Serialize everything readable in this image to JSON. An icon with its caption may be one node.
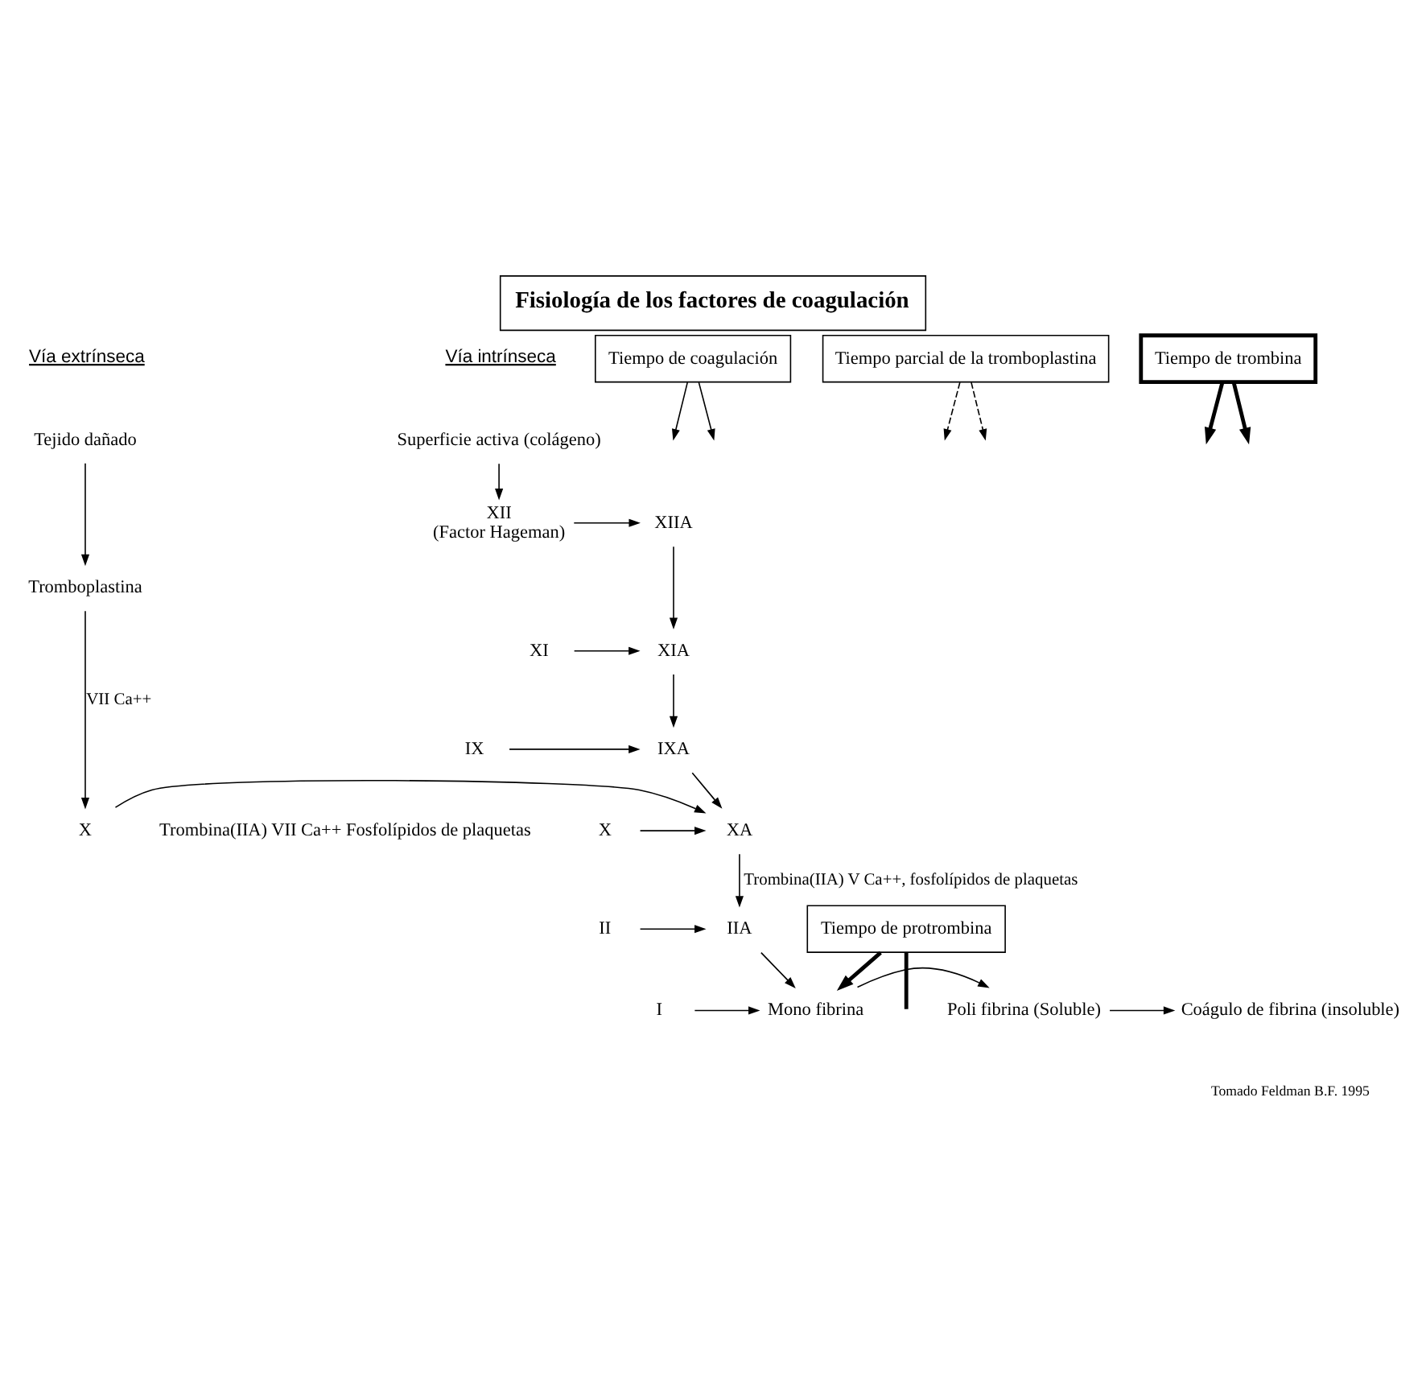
{
  "diagram": {
    "title": "Fisiología de los factores de coagulación",
    "caption": "Tomado Feldman B.F. 1995",
    "nodes": [
      {
        "text": [
          "Superficie activa (colágeno)"
        ]
      },
      {
        "text": [
          "XII",
          "(Factor Hageman)"
        ]
      },
      {
        "text": [
          "XIIA"
        ]
      },
      {
        "text": [
          "XI"
        ]
      },
      {
        "text": [
          "XIA"
        ]
      },
      {
        "text": [
          "IX"
        ]
      },
      {
        "text": [
          "IXA"
        ]
      },
      {
        "text": [
          "X"
        ]
      },
      {
        "text": [
          "XA"
        ]
      },
      {
        "text": [
          "Tejido dañado"
        ]
      },
      {
        "text": [
          "Tromboplastina"
        ]
      },
      {
        "text": [
          "X"
        ]
      },
      {
        "text": [
          "II"
        ]
      },
      {
        "text": [
          "IIA"
        ]
      },
      {
        "text": [
          "I"
        ]
      },
      {
        "text": [
          "Mono fibrina"
        ]
      },
      {
        "text": [
          "Poli fibrina (Soluble)"
        ]
      },
      {
        "text": [
          "Coágulo de fibrina (insoluble)"
        ]
      },
      {
        "text": [
          "Tiempo de protrombina"
        ]
      },
      {
        "text": [
          "Tiempo de coagulación"
        ]
      },
      {
        "text": [
          "Tiempo parcial de la tromboplastina"
        ]
      },
      {
        "text": [
          "Tiempo de trombina"
        ]
      }
    ],
    "edges": [
      {
        "from": 0,
        "to": 1,
        "arrow": "to"
      },
      {
        "from": 1,
        "to": 2,
        "arrow": "to"
      },
      {
        "from": 2,
        "to": 4,
        "arrow": "to"
      },
      {
        "from": 3,
        "to": 4,
        "arrow": "to"
      },
      {
        "from": 4,
        "to": 6,
        "arrow": "to"
      },
      {
        "from": 5,
        "to": 6,
        "arrow": "to"
      },
      {
        "from": 6,
        "to": 8,
        "arrow": "to"
      },
      {
        "from": 7,
        "to": 8,
        "arrow": "to"
      },
      {
        "from": 9,
        "to": 10,
        "arrow": "to"
      },
      {
        "from": 10,
        "to": 11,
        "label": "VII Ca++",
        "arrow": "to"
      },
      {
        "from": 11,
        "to": 8,
        "arrow": "to"
      },
      {
        "from": 8,
        "to": 13,
        "label": "Trombina(IIA) V Ca++, fosfolípidos de plaquetas",
        "arrow": "to"
      },
      {
        "from": 12,
        "to": 13,
        "arrow": "to"
      },
      {
        "from": 13,
        "to": 15,
        "arrow": "to"
      },
      {
        "from": 14,
        "to": 15,
        "arrow": "to"
      },
      {
        "from": 15,
        "to": 16,
        "arrow": "to"
      },
      {
        "from": 16,
        "to": 17,
        "arrow": "to"
      },
      {
        "from": 18,
        "to": null,
        "arrow": "none",
        "style": "thick"
      },
      {
        "from": 18,
        "to": 15,
        "arrow": "to",
        "style": "thick"
      },
      {
        "from": 19,
        "to": null,
        "arrow": "to"
      },
      {
        "from": 19,
        "to": null,
        "arrow": "to"
      },
      {
        "from": 20,
        "to": null,
        "arrow": "to",
        "style": "dashed"
      },
      {
        "from": 20,
        "to": null,
        "arrow": "to",
        "style": "dashed"
      },
      {
        "from": 21,
        "to": null,
        "arrow": "to",
        "style": "thick"
      },
      {
        "from": 21,
        "to": null,
        "arrow": "to",
        "style": "thick"
      }
    ],
    "labels": [
      "Vía intrínseca",
      "Vía extrínseca",
      "Trombina(IIA) VII Ca++ Fosfolípidos de plaquetas"
    ]
  }
}
